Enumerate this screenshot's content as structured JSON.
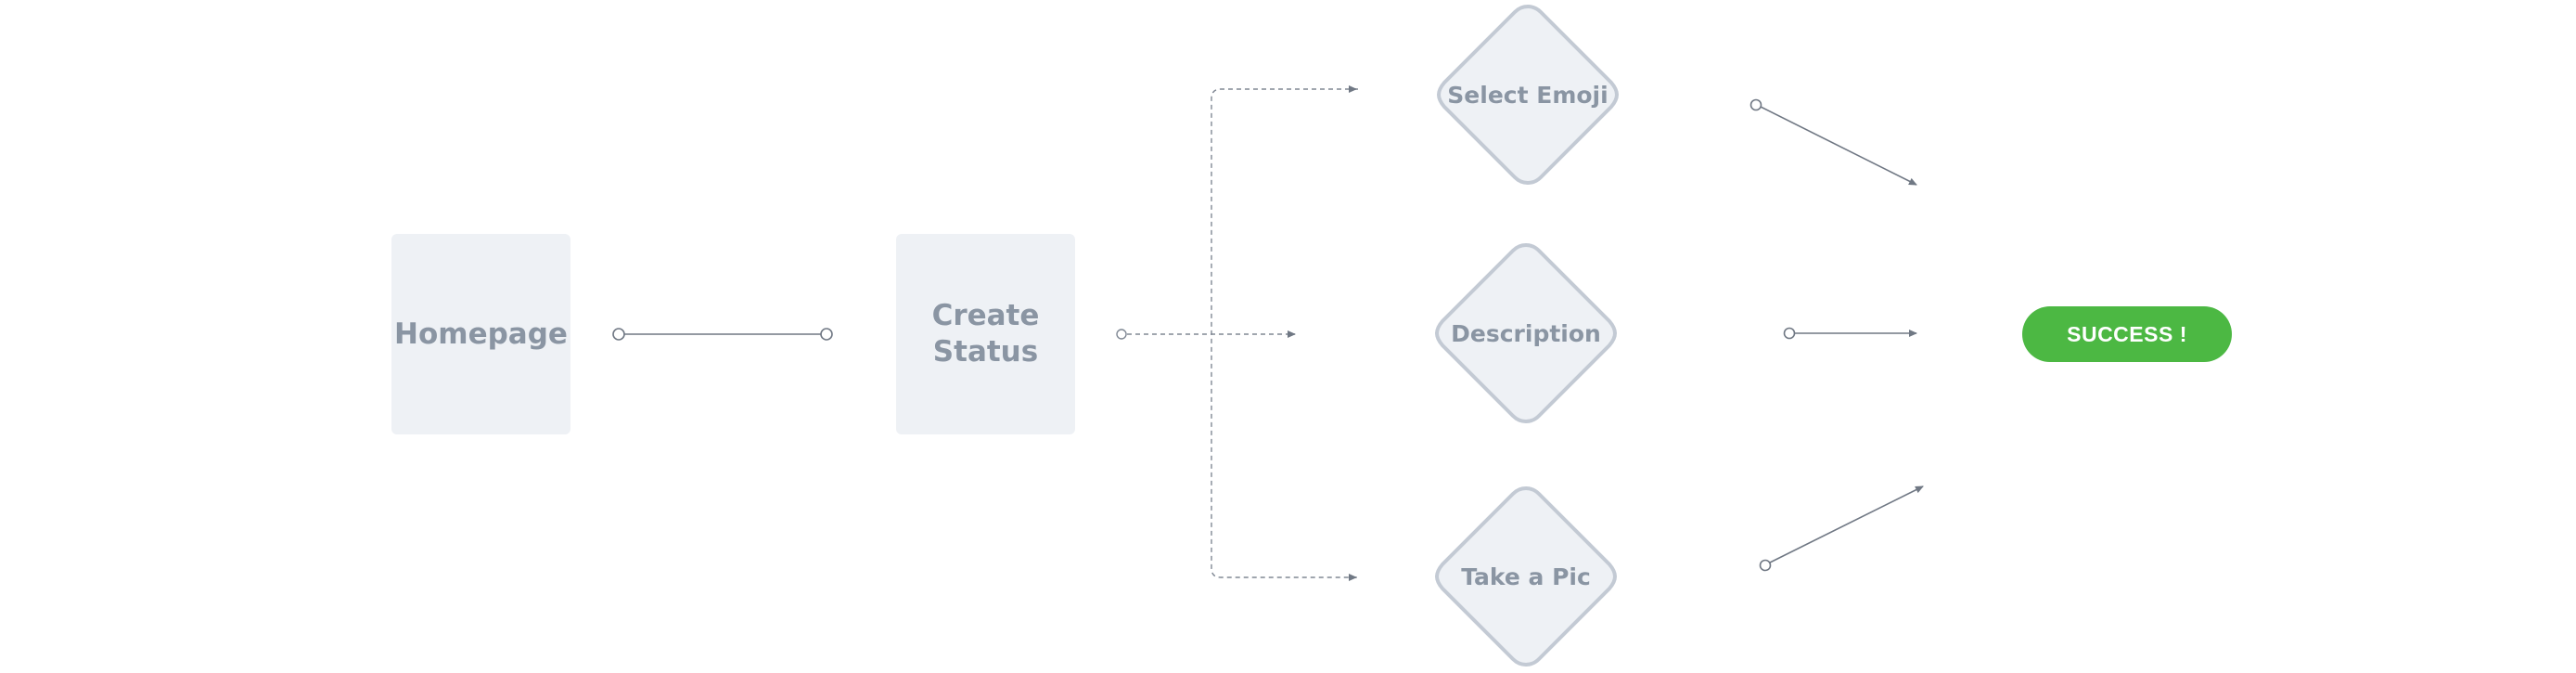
{
  "nodes": {
    "homepage": "Homepage",
    "create_status": "Create Status",
    "select_emoji": "Select Emoji",
    "description": "Description",
    "take_a_pic": "Take a Pic",
    "success": "SUCCESS !"
  },
  "colors": {
    "box_fill": "#eef1f5",
    "diamond_stroke": "#c3cad4",
    "text": "#8a95a3",
    "line": "#707884",
    "success": "#4cb843"
  }
}
